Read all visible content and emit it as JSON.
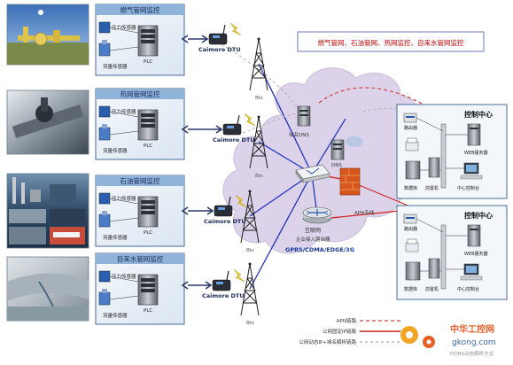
{
  "banner": {
    "text": "燃气管网、石油管网、热网监控、自来水管网监控",
    "color": "#c00000"
  },
  "sites": [
    {
      "title": "燃气管网监控",
      "photo": "gas-pipeline-photo"
    },
    {
      "title": "热网管网监控",
      "photo": "heating-valve-photo"
    },
    {
      "title": "石油管网监控",
      "photo": "oil-refinery-photo"
    },
    {
      "title": "自来水管网监控",
      "photo": "water-main-photo"
    }
  ],
  "site_labels": {
    "pressure_sensor": "压力传感器",
    "flow_sensor": "流量传感器",
    "plc": "PLC",
    "dtu": "Caimore DTU",
    "bts": "Bts"
  },
  "network": {
    "dns_domain": "域名DNS",
    "dns": "DNS",
    "router_name": "互联网",
    "router_sub": "企业接入路由器",
    "network_types": "GPRS/CDMA/EDGE/3G",
    "apn_line": "APN专线"
  },
  "control_centers": [
    {
      "title": "控制中心",
      "router": "路由器",
      "frontend": "前置机",
      "database": "数据库",
      "web_server": "WEB服务器",
      "center_console": "中心控制台"
    },
    {
      "title": "控制中心",
      "router": "路由器",
      "frontend": "前置机",
      "database": "数据库",
      "web_server": "WEB服务器",
      "center_console": "中心控制台"
    }
  ],
  "legend": [
    {
      "label": "APN链路",
      "style": "dashed",
      "color": "#d04040"
    },
    {
      "label": "公网固定IP链路",
      "style": "solid",
      "color": "#c02020"
    },
    {
      "label": "公网动态IP+域名解析链路",
      "style": "dashed",
      "color": "#b0b0b0"
    }
  ],
  "watermark": {
    "brand": "中华工控网",
    "url": "gkong.com",
    "caption": "DDNS动态解析方式"
  },
  "colors": {
    "cloud": "#dcd3ea",
    "link_blue": "#2030c0",
    "link_red": "#d02020",
    "panel_border": "#4a6a9a",
    "title_bar": "#8fb3d9"
  }
}
